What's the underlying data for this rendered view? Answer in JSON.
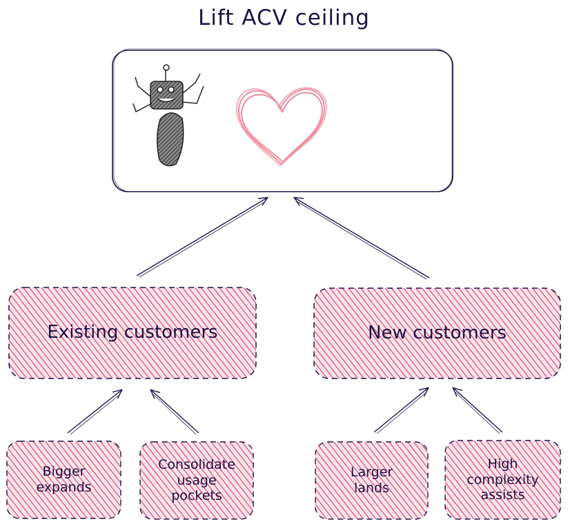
{
  "title": "Lift ACV ceiling",
  "nodes": {
    "existing": "Existing customers",
    "new": "New customers",
    "bigger_expands": "Bigger\nexpands",
    "consolidate": "Consolidate\nusage\npockets",
    "larger_lands": "Larger\nlands",
    "high_complexity": "High\ncomplexity\nassists"
  },
  "colors": {
    "ink": "#1a1446",
    "fill": "#e8729a",
    "heart": "#ee8a9c",
    "hatch_box": "#c9305e"
  },
  "icons": [
    "robot-icon",
    "heart-icon"
  ]
}
